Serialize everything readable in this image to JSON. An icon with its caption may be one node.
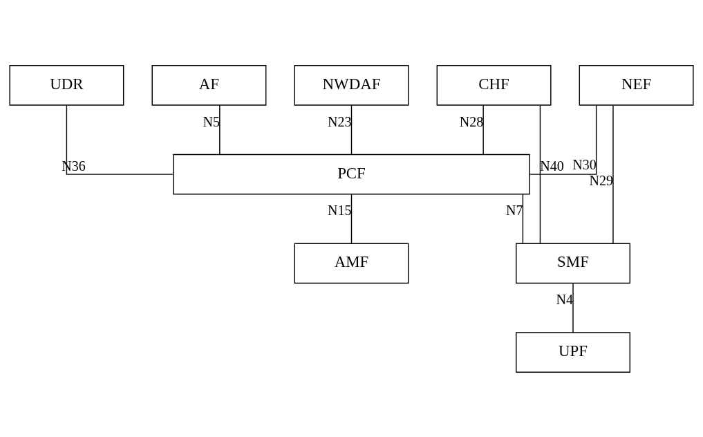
{
  "diagram": {
    "nodes": [
      {
        "text": [
          "UDR"
        ]
      },
      {
        "text": [
          "AF"
        ]
      },
      {
        "text": [
          "NWDAF"
        ]
      },
      {
        "text": [
          "NEF"
        ]
      },
      {
        "text": [
          "CHF"
        ]
      },
      {
        "text": [
          "PCF"
        ]
      },
      {
        "text": [
          "AMF"
        ]
      },
      {
        "text": [
          "SMF"
        ]
      },
      {
        "text": [
          "UPF"
        ]
      }
    ],
    "edges": [
      {
        "from": 0,
        "to": 5,
        "arrow": "none",
        "label": "N36"
      },
      {
        "from": 1,
        "to": 5,
        "arrow": "none",
        "label": "N5"
      },
      {
        "from": 2,
        "to": 5,
        "arrow": "none",
        "label": "N23"
      },
      {
        "from": 3,
        "to": 5,
        "arrow": "none",
        "label": "N30"
      },
      {
        "from": 3,
        "to": 7,
        "arrow": "none",
        "label": "N29"
      },
      {
        "from": 4,
        "to": 5,
        "arrow": "none",
        "label": "N28"
      },
      {
        "from": 4,
        "to": 7,
        "arrow": "none",
        "label": "N40"
      },
      {
        "from": 5,
        "to": 6,
        "arrow": "none",
        "label": "N15"
      },
      {
        "from": 5,
        "to": 7,
        "arrow": "none",
        "label": "N7"
      },
      {
        "from": 7,
        "to": 8,
        "arrow": "none",
        "label": "N4"
      }
    ]
  }
}
